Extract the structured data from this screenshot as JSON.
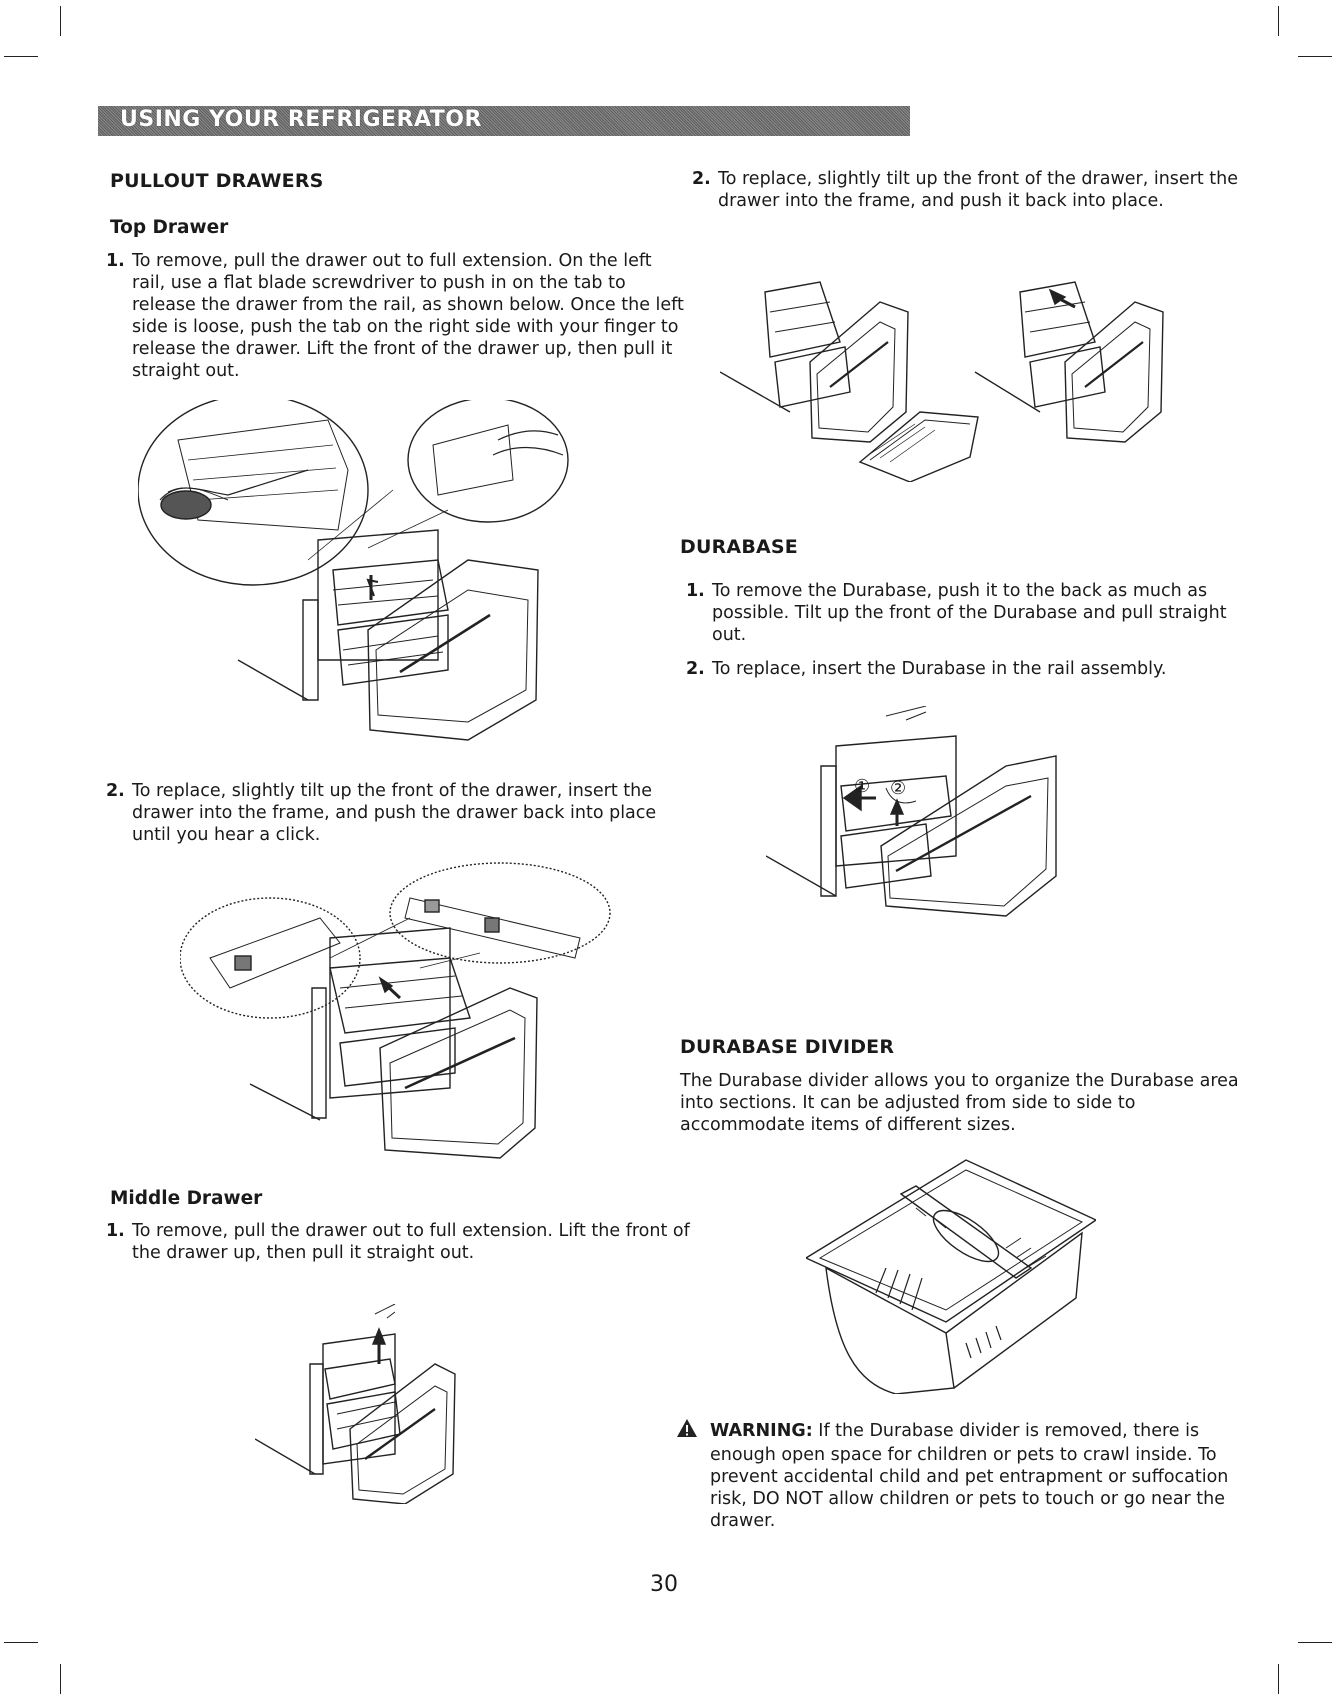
{
  "header": {
    "title": "USING YOUR REFRIGERATOR"
  },
  "pullout": {
    "heading": "PULLOUT DRAWERS",
    "top_drawer": {
      "heading": "Top Drawer",
      "step1": {
        "num": "1.",
        "text": "To remove, pull the drawer out to full extension. On the left rail, use a flat blade screwdriver to push in on the tab to release the drawer from the rail, as shown below. Once the left side is loose, push the tab on the right side with your finger to release the drawer. Lift the front of the drawer up, then pull it straight out."
      },
      "step2": {
        "num": "2.",
        "text": "To replace, slightly tilt up the front of the drawer, insert the drawer into the frame, and push the drawer back into place until you hear a click."
      }
    },
    "middle_drawer": {
      "heading": "Middle Drawer",
      "step1": {
        "num": "1.",
        "text": "To remove, pull the drawer out to full extension. Lift the front of the drawer up, then pull it straight out."
      },
      "step2": {
        "num": "2.",
        "text": "To replace, slightly tilt up the front of the drawer, insert the drawer into the frame, and push it back into place."
      }
    }
  },
  "durabase": {
    "heading": "DURABASE",
    "step1": {
      "num": "1.",
      "text": "To remove the Durabase, push it to the back as much as possible. Tilt up the front of the Durabase and pull straight out."
    },
    "step2": {
      "num": "2.",
      "text": "To replace, insert the Durabase in the rail assembly."
    },
    "callout1": "①",
    "callout2": "②"
  },
  "durabase_divider": {
    "heading": "DURABASE DIVIDER",
    "text": "The Durabase divider allows you to organize the Durabase area into sections. It can be adjusted from side to side to accommodate items of different sizes."
  },
  "warning": {
    "label": "WARNING:",
    "text": "If the Durabase divider is removed, there is enough open space for children or pets to crawl inside. To prevent accidental child and pet entrapment or suffocation risk, DO NOT allow children or pets to touch or go near the drawer."
  },
  "page_number": "30",
  "icons": {
    "warning": "warning-triangle-icon"
  }
}
